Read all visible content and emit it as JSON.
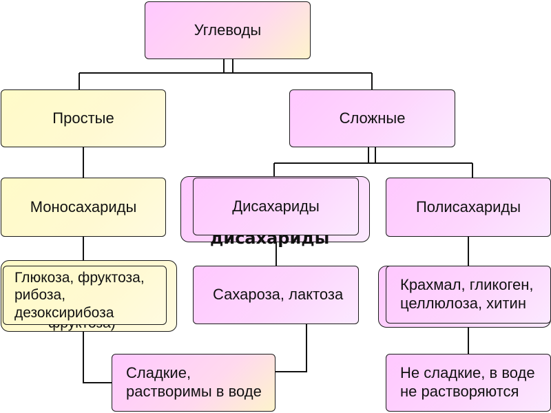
{
  "diagram": {
    "root": "Углеводы",
    "simple": "Простые",
    "complex": "Сложные",
    "monosaccharides": "Моносахариды",
    "disaccharides": "Дисахариды",
    "polysaccharides": "Полисахариды",
    "mono_examples": "Глюкоза, фруктоза,\n рибоза,\nдезоксирибоза",
    "di_examples": "Сахароза, лактоза",
    "poly_examples": "Крахмал, гликоген,\nцеллюлоза, хитин",
    "sweet_props": "Сладкие,\nрастворимы в воде",
    "nonsweet_props": "Не сладкие, в воде\nне растворяются",
    "ghost_di_label": "дисахариды",
    "ghost_mono_label": "фруктоза)"
  }
}
